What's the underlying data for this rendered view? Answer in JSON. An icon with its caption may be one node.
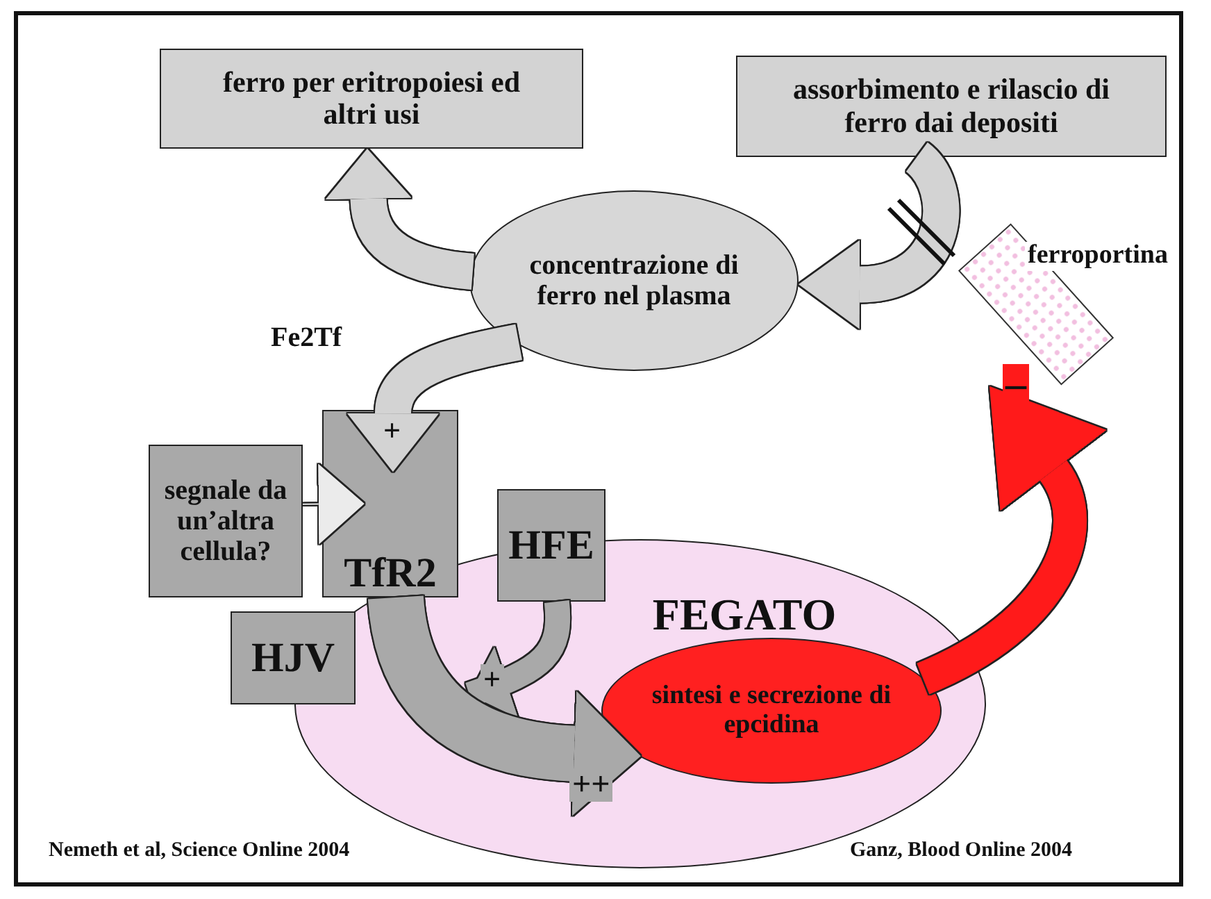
{
  "diagram": {
    "nodes": [
      {
        "text": [
          "ferro per eritropoiesi ed altri usi"
        ]
      },
      {
        "text": [
          "assorbimento e rilascio di ferro dai depositi"
        ]
      },
      {
        "text": [
          "concentrazione di ferro nel plasma"
        ]
      },
      {
        "text": [
          "ferroportina"
        ]
      },
      {
        "text": [
          "segnale da un’altra cellula?"
        ]
      },
      {
        "text": [
          "TfR2"
        ]
      },
      {
        "text": [
          "HFE"
        ]
      },
      {
        "text": [
          "HJV"
        ]
      },
      {
        "text": [
          "FEGATO"
        ]
      },
      {
        "text": [
          "sintesi e secrezione di epcidina"
        ],
        "in": 8
      }
    ],
    "edges": [
      {
        "from": 2,
        "to": 0,
        "arrow": "to"
      },
      {
        "from": 2,
        "to": 5,
        "arrow": "to",
        "label": "+"
      },
      {
        "from": 1,
        "to": 2,
        "arrow": "to"
      },
      {
        "from": 4,
        "to": 5,
        "arrow": "to"
      },
      {
        "from": 6,
        "to": null,
        "arrow": "to",
        "label": "+",
        "color": "#a9a9a9"
      },
      {
        "from": 5,
        "to": 9,
        "arrow": "to",
        "label": "++",
        "color": "#a9a9a9"
      },
      {
        "from": 9,
        "to": 3,
        "arrow": "to",
        "label": "–",
        "color": "#ff1a1a"
      }
    ],
    "labels": [
      "Fe2Tf",
      "Nemeth et al, Science Online 2004",
      "Ganz, Blood Online 2004"
    ]
  }
}
